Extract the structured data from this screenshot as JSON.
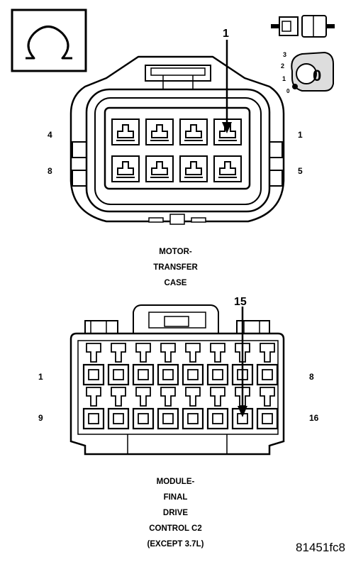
{
  "connector1": {
    "callout": "1",
    "pin_left_top": "4",
    "pin_left_bottom": "8",
    "pin_right_top": "1",
    "pin_right_bottom": "5",
    "caption": [
      "MOTOR-",
      "TRANSFER",
      "CASE"
    ]
  },
  "connector2": {
    "callout": "15",
    "pin_left_top": "1",
    "pin_left_bottom": "9",
    "pin_right_top": "8",
    "pin_right_bottom": "16",
    "caption": [
      "MODULE-",
      "FINAL",
      "DRIVE",
      "CONTROL C2",
      "(EXCEPT 3.7L)"
    ]
  },
  "legend": {
    "position_marks": [
      "3",
      "2",
      "1",
      "0"
    ],
    "selected_position": "0"
  },
  "figure_id": "81451fc8",
  "icons": [
    "ohm-symbol-icon",
    "connector-plug-icon",
    "connector-position-icon"
  ]
}
